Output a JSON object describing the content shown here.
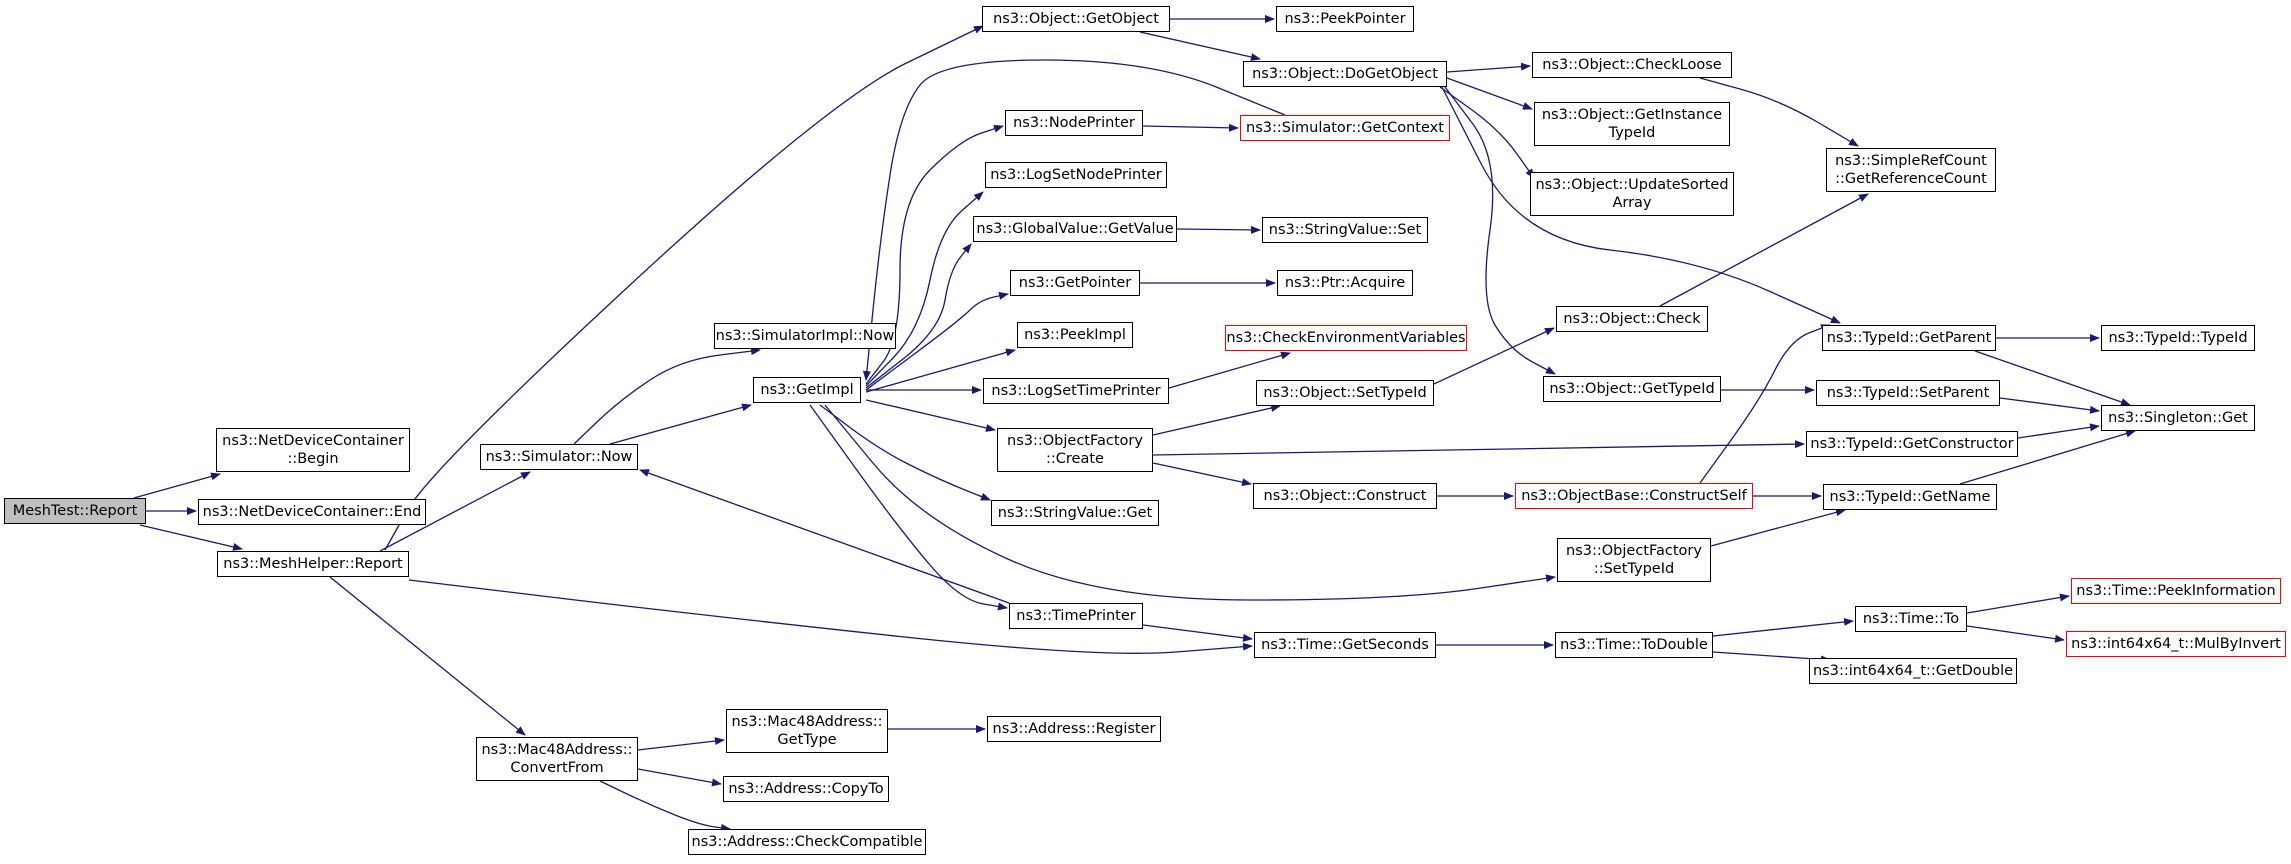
{
  "graph": {
    "edge_color": "#191970",
    "truncated_node_border": "#ff0000",
    "root_fill": "#bfbfbf",
    "nodes": [
      {
        "id": "meshtest_report",
        "lines": [
          "MeshTest::Report"
        ],
        "root": true
      },
      {
        "id": "netdevicecontainer_begin",
        "lines": [
          "ns3::NetDeviceContainer",
          "::Begin"
        ]
      },
      {
        "id": "netdevicecontainer_end",
        "lines": [
          "ns3::NetDeviceContainer::End"
        ]
      },
      {
        "id": "meshhelper_report",
        "lines": [
          "ns3::MeshHelper::Report"
        ]
      },
      {
        "id": "simulator_now",
        "lines": [
          "ns3::Simulator::Now"
        ]
      },
      {
        "id": "mac48_convertfrom",
        "lines": [
          "ns3::Mac48Address::",
          "ConvertFrom"
        ]
      },
      {
        "id": "simulatorimpl_now",
        "lines": [
          "ns3::SimulatorImpl::Now"
        ]
      },
      {
        "id": "getimpl",
        "lines": [
          "ns3::GetImpl"
        ]
      },
      {
        "id": "mac48_gettype",
        "lines": [
          "ns3::Mac48Address::",
          "GetType"
        ]
      },
      {
        "id": "address_copyto",
        "lines": [
          "ns3::Address::CopyTo"
        ]
      },
      {
        "id": "address_checkcompatible",
        "lines": [
          "ns3::Address::CheckCompatible"
        ]
      },
      {
        "id": "object_getobject",
        "lines": [
          "ns3::Object::GetObject"
        ]
      },
      {
        "id": "nodeprinter",
        "lines": [
          "ns3::NodePrinter"
        ]
      },
      {
        "id": "logsetnodeprinter",
        "lines": [
          "ns3::LogSetNodePrinter"
        ]
      },
      {
        "id": "globalvalue_getvalue",
        "lines": [
          "ns3::GlobalValue::GetValue"
        ]
      },
      {
        "id": "getpointer",
        "lines": [
          "ns3::GetPointer"
        ]
      },
      {
        "id": "peekimpl",
        "lines": [
          "ns3::PeekImpl"
        ]
      },
      {
        "id": "logsettimeprinter",
        "lines": [
          "ns3::LogSetTimePrinter"
        ]
      },
      {
        "id": "objectfactory_create",
        "lines": [
          "ns3::ObjectFactory",
          "::Create"
        ]
      },
      {
        "id": "stringvalue_get",
        "lines": [
          "ns3::StringValue::Get"
        ]
      },
      {
        "id": "timeprinter",
        "lines": [
          "ns3::TimePrinter"
        ]
      },
      {
        "id": "address_register",
        "lines": [
          "ns3::Address::Register"
        ]
      },
      {
        "id": "peekpointer",
        "lines": [
          "ns3::PeekPointer"
        ]
      },
      {
        "id": "object_dogetobject",
        "lines": [
          "ns3::Object::DoGetObject"
        ]
      },
      {
        "id": "simulator_getcontext",
        "lines": [
          "ns3::Simulator::GetContext"
        ],
        "red": true
      },
      {
        "id": "stringvalue_set",
        "lines": [
          "ns3::StringValue::Set"
        ]
      },
      {
        "id": "ptr_acquire",
        "lines": [
          "ns3::Ptr::Acquire"
        ]
      },
      {
        "id": "checkenvironmentvariables",
        "lines": [
          "ns3::CheckEnvironmentVariables"
        ],
        "red": true
      },
      {
        "id": "object_settypeid",
        "lines": [
          "ns3::Object::SetTypeId"
        ]
      },
      {
        "id": "object_construct",
        "lines": [
          "ns3::Object::Construct"
        ]
      },
      {
        "id": "time_getseconds",
        "lines": [
          "ns3::Time::GetSeconds"
        ]
      },
      {
        "id": "object_checkloose",
        "lines": [
          "ns3::Object::CheckLoose"
        ]
      },
      {
        "id": "object_getinstancetypeid",
        "lines": [
          "ns3::Object::GetInstance",
          "TypeId"
        ]
      },
      {
        "id": "object_updatesortedarray",
        "lines": [
          "ns3::Object::UpdateSorted",
          "Array"
        ]
      },
      {
        "id": "object_check",
        "lines": [
          "ns3::Object::Check"
        ]
      },
      {
        "id": "object_gettypeid",
        "lines": [
          "ns3::Object::GetTypeId"
        ]
      },
      {
        "id": "objectbase_constructself",
        "lines": [
          "ns3::ObjectBase::ConstructSelf"
        ],
        "red": true
      },
      {
        "id": "objectfactory_settypeid",
        "lines": [
          "ns3::ObjectFactory",
          "::SetTypeId"
        ]
      },
      {
        "id": "time_todouble",
        "lines": [
          "ns3::Time::ToDouble"
        ]
      },
      {
        "id": "simplerefcount_getreferencecount",
        "lines": [
          "ns3::SimpleRefCount",
          "::GetReferenceCount"
        ]
      },
      {
        "id": "typeid_getparent",
        "lines": [
          "ns3::TypeId::GetParent"
        ]
      },
      {
        "id": "typeid_setparent",
        "lines": [
          "ns3::TypeId::SetParent"
        ]
      },
      {
        "id": "typeid_getconstructor",
        "lines": [
          "ns3::TypeId::GetConstructor"
        ]
      },
      {
        "id": "typeid_getname",
        "lines": [
          "ns3::TypeId::GetName"
        ]
      },
      {
        "id": "time_to",
        "lines": [
          "ns3::Time::To"
        ]
      },
      {
        "id": "int64x64_getdouble",
        "lines": [
          "ns3::int64x64_t::GetDouble"
        ]
      },
      {
        "id": "typeid_typeid",
        "lines": [
          "ns3::TypeId::TypeId"
        ]
      },
      {
        "id": "singleton_get",
        "lines": [
          "ns3::Singleton::Get"
        ]
      },
      {
        "id": "time_peekinformation",
        "lines": [
          "ns3::Time::PeekInformation"
        ],
        "red": true
      },
      {
        "id": "int64x64_mulbyinvert",
        "lines": [
          "ns3::int64x64_t::MulByInvert"
        ],
        "red": true
      }
    ]
  }
}
